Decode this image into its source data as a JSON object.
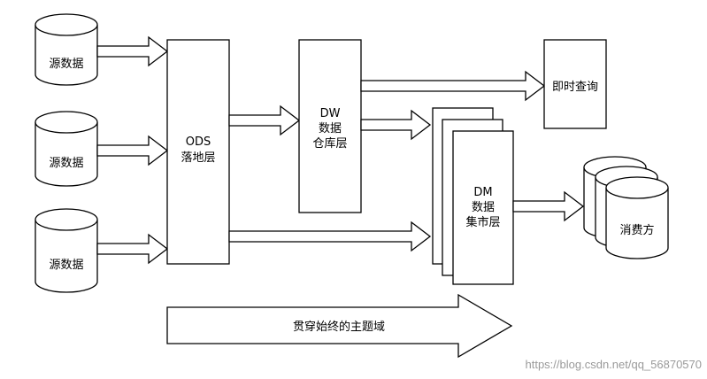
{
  "sources": [
    {
      "label": "源数据"
    },
    {
      "label": "源数据"
    },
    {
      "label": "源数据"
    }
  ],
  "ods": {
    "line1": "ODS",
    "line2": "落地层"
  },
  "dw": {
    "line1": "DW",
    "line2": "数据",
    "line3": "仓库层"
  },
  "dm": {
    "line1": "DM",
    "line2": "数据",
    "line3": "集市层"
  },
  "realtime": {
    "label": "即时查询"
  },
  "consumer": {
    "label": "消费方"
  },
  "subject_arrow": {
    "label": "贯穿始终的主题域"
  },
  "watermark": {
    "text": "https://blog.csdn.net/qq_56870570"
  }
}
